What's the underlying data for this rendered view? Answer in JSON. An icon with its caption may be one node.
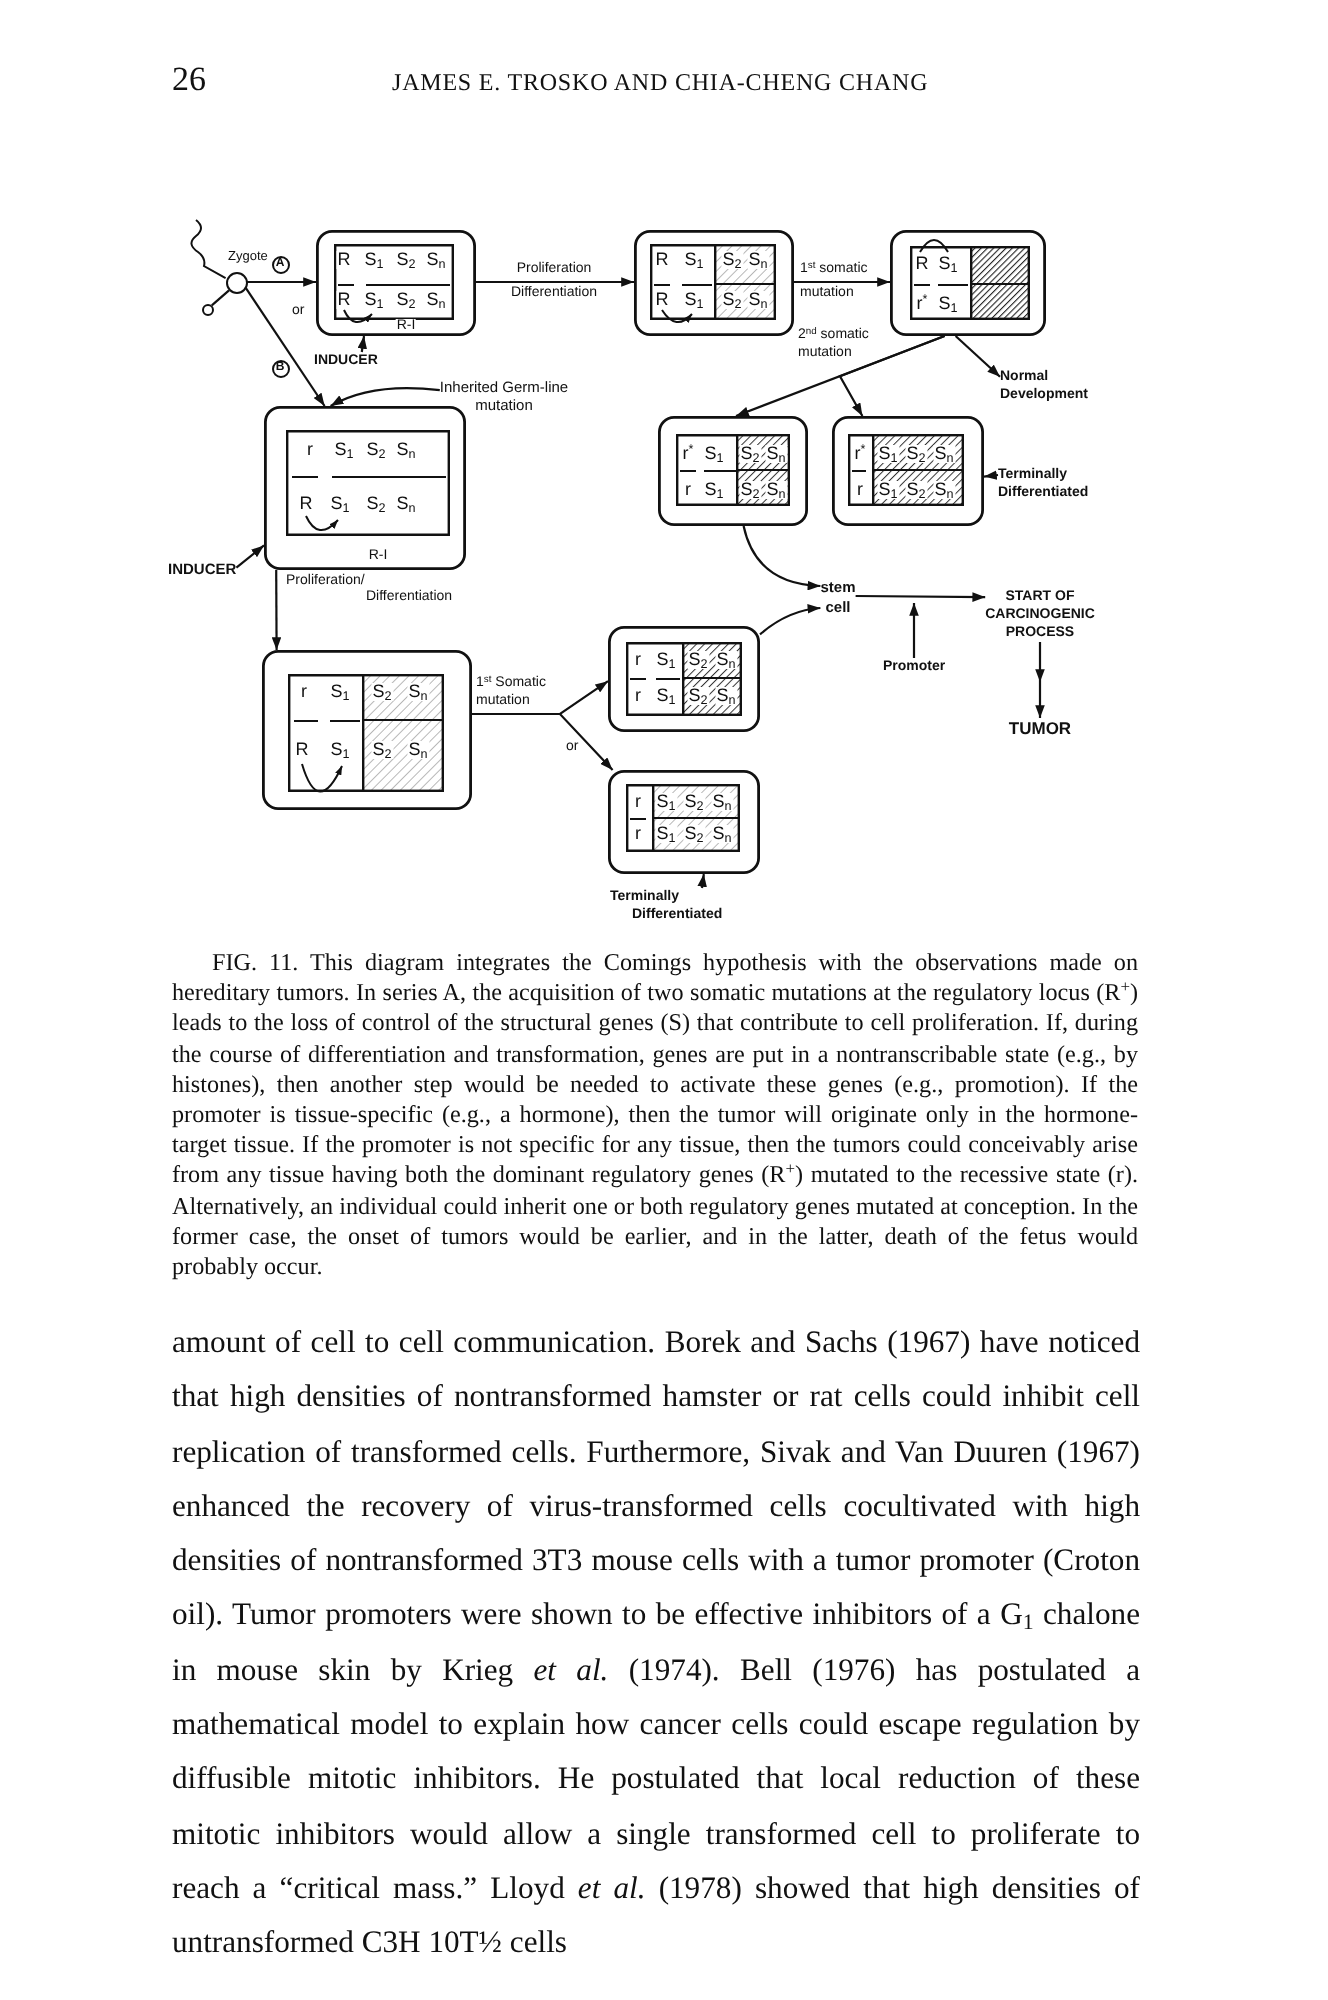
{
  "diagram": {
    "caption": "FIG. 11. This diagram integrates the Comings hypothesis with the observations made on hereditary tumors. In series A, the acquisition of two somatic mutations at the regulatory locus (R$^{+}$) leads to the loss of control of the structural genes (S) that contribute to cell proliferation. If, during the course of differentiation and transformation, genes are put in a nontranscribable state (e.g., by histones), then another step would be needed to activate these genes (e.g., promotion). If the promoter is tissue-specific (e.g., a hormone), then the tumor will originate only in the hormone-target tissue. If the promoter is not specific for any tissue, then the tumors could conceivably arise from any tissue having both the dominant regulatory genes (R$^{+}$) mutated to the recessive state (r). Alternatively, an individual could inherit one or both regulatory genes mutated at conception. In the former case, the onset of tumors would be earlier, and in the latter, death of the fetus would probably occur.",
    "nodes": [
      {
        "text": [],
        "shape": "circle",
        "beside": [
          "Zygote"
        ]
      },
      {
        "text": [],
        "shape": "circle"
      },
      {
        "text": [
          "R",
          "S$_{1}$",
          "S$_{2}$",
          "S$_{n}$",
          "R",
          "S$_{1}$",
          "S$_{2}$",
          "S$_{n}$",
          "R-I"
        ]
      },
      {
        "text": [
          "R",
          "S$_{1}$",
          "S$_{2}$",
          "S$_{n}$",
          "R",
          "S$_{1}$",
          "S$_{2}$",
          "S$_{n}$"
        ]
      },
      {
        "text": [
          "R",
          "S$_{1}$",
          "r$^{*}$",
          "S$_{1}$"
        ]
      },
      {
        "text": [
          "INDUCER"
        ]
      },
      {
        "text": [
          "Inherited Germ-line mutation"
        ]
      },
      {
        "text": [
          "r",
          "S$_{1}$",
          "S$_{2}$",
          "S$_{n}$",
          "R",
          "S$_{1}$",
          "S$_{2}$",
          "S$_{n}$",
          "R-I"
        ]
      },
      {
        "text": [
          "INDUCER"
        ]
      },
      {
        "text": [
          "Normal Development"
        ]
      },
      {
        "text": [
          "r$^{*}$",
          "S$_{1}$",
          "S$_{2}$",
          "S$_{n}$",
          "r",
          "S$_{1}$",
          "S$_{2}$",
          "S$_{n}$"
        ]
      },
      {
        "text": [
          "r$^{*}$",
          "S$_{1}$",
          "S$_{2}$",
          "S$_{n}$",
          "r",
          "S$_{1}$",
          "S$_{2}$",
          "S$_{n}$"
        ]
      },
      {
        "text": [
          "Terminally Differentiated"
        ]
      },
      {
        "text": [
          "stem cell"
        ]
      },
      {
        "text": [
          "START OF CARCINOGENIC PROCESS"
        ]
      },
      {
        "text": [
          "Promoter"
        ]
      },
      {
        "text": [
          "TUMOR"
        ]
      },
      {
        "text": [
          "r",
          "S$_{1}$",
          "S$_{2}$",
          "S$_{n}$",
          "R",
          "S$_{1}$",
          "S$_{2}$",
          "S$_{n}$"
        ]
      },
      {
        "text": [
          "r",
          "S$_{1}$",
          "S$_{2}$",
          "S$_{n}$",
          "r",
          "S$_{1}$",
          "S$_{2}$",
          "S$_{n}$"
        ]
      },
      {
        "text": [
          "r",
          "S$_{1}$",
          "S$_{2}$",
          "S$_{n}$",
          "r",
          "S$_{1}$",
          "S$_{2}$",
          "S$_{n}$"
        ]
      },
      {
        "text": [
          "Terminally Differentiated"
        ]
      }
    ],
    "edges": [
      {
        "from": 0,
        "to": 2,
        "arrow": "to",
        "label": "A"
      },
      {
        "from": 0,
        "to": 7,
        "arrow": "to",
        "label": "B"
      },
      {
        "from": 1,
        "to": 0,
        "arrow": "none"
      },
      {
        "from": 5,
        "to": 2,
        "arrow": "to"
      },
      {
        "from": 2,
        "to": 3,
        "arrow": "to",
        "label": "Proliferation Differentiation"
      },
      {
        "from": 3,
        "to": 4,
        "arrow": "to",
        "label": "1$^{st}$ somatic mutation"
      },
      {
        "from": 4,
        "to": 10,
        "arrow": "to",
        "label": "2$^{nd}$ somatic mutation"
      },
      {
        "from": 4,
        "to": 11,
        "arrow": "to"
      },
      {
        "from": 4,
        "to": 9,
        "arrow": "to"
      },
      {
        "from": 6,
        "to": 7,
        "arrow": "to"
      },
      {
        "from": 8,
        "to": 7,
        "arrow": "to"
      },
      {
        "from": 7,
        "to": 17,
        "arrow": "to",
        "label": "Proliferation/ Differentiation"
      },
      {
        "from": 12,
        "to": 11,
        "arrow": "to"
      },
      {
        "from": 10,
        "to": 13,
        "arrow": "to"
      },
      {
        "from": 17,
        "to": 18,
        "arrow": "to",
        "label": "1$^{st}$ Somatic mutation"
      },
      {
        "from": 17,
        "to": 19,
        "arrow": "to",
        "label": "or"
      },
      {
        "from": 18,
        "to": 13,
        "arrow": "to"
      },
      {
        "from": 13,
        "to": 14,
        "arrow": "to"
      },
      {
        "from": 15,
        "to": null,
        "arrow": "to"
      },
      {
        "from": 14,
        "to": 16,
        "arrow": "to"
      },
      {
        "from": 20,
        "to": 19,
        "arrow": "to"
      }
    ],
    "labels": [
      "26",
      "JAMES E. TROSKO AND CHIA-CHENG CHANG",
      "or",
      "amount of cell to cell communication. Borek and Sachs (1967) have noticed that high densities of nontransformed hamster or rat cells could inhibit cell replication of transformed cells. Furthermore, Sivak and Van Duuren (1967) enhanced the recovery of virus-transformed cells cocultivated with high densities of nontransformed 3T3 mouse cells with a tumor promoter (Croton oil). Tumor promoters were shown to be effective inhibitors of a G$_{1}$ chalone in mouse skin by Krieg *et al.* (1974). Bell (1976) has postulated a mathematical model to explain how cancer cells could escape regulation by diffusible mitotic inhibitors. He postulated that local reduction of these mitotic inhibitors would allow a single transformed cell to proliferate to reach a “critical mass.” Lloyd *et al.* (1978) showed that high densities of untransformed C3H 10T½ cells"
    ]
  }
}
